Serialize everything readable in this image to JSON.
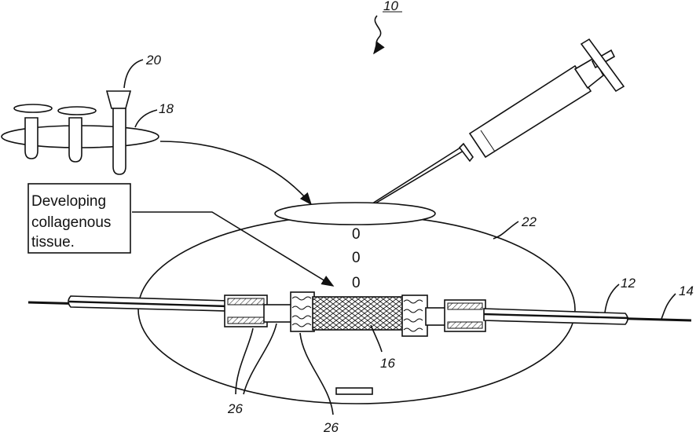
{
  "figure": {
    "label_box": {
      "lines": [
        "Developing",
        "collagenous",
        "tissue."
      ]
    },
    "reference_numerals": {
      "assembly": "10",
      "tube": "12",
      "wire": "14",
      "tissue_sleeve": "16",
      "holder": "18",
      "vial": "20",
      "body": "22",
      "connector_left": "26",
      "connector_center": "26"
    },
    "bubbles": [
      "0",
      "0",
      "0"
    ]
  }
}
